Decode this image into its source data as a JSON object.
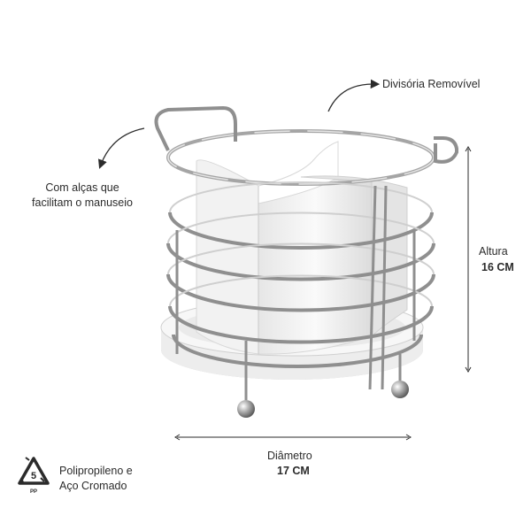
{
  "labels": {
    "divider": "Divisória Removível",
    "handles_line1": "Com alças que",
    "handles_line2": "facilitam o manuseio",
    "height_label": "Altura",
    "height_value": "16 CM",
    "diameter_label": "Diâmetro",
    "diameter_value": "17 CM",
    "material_line1": "Polipropileno e",
    "material_line2": "Aço Cromado"
  },
  "recycling_symbol": {
    "number": "5",
    "code": "PP"
  },
  "colors": {
    "text": "#2b2b2b",
    "chrome": "#9a9a9a",
    "plastic": "#f2f2f2"
  }
}
